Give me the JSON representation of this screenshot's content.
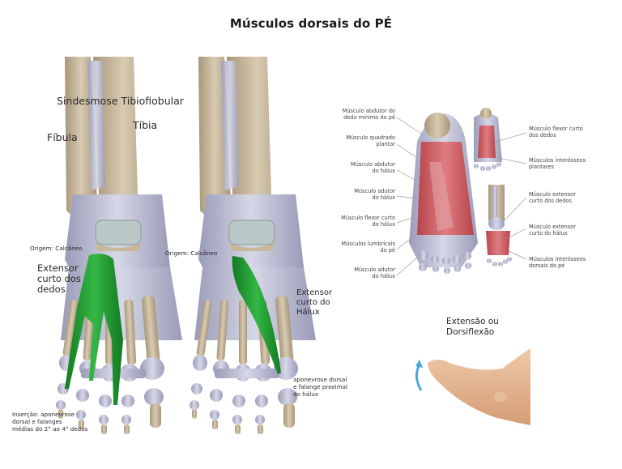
{
  "title": "Músculos dorsais do PÉ",
  "left_illustration": {
    "labels": {
      "syndesmosis": "Sindesmose Tibiofiobular",
      "tibia": "Tíbia",
      "fibula": "Fíbula",
      "origin": "Origem: Calcâneo",
      "muscle": [
        "Extensor",
        "curto dos",
        "dedos"
      ],
      "insertion": [
        "Inserção: aponevrose",
        "dorsal e falanges",
        "médias do 2° ao 4° dedos"
      ]
    },
    "muscle_color": "#1f9a2e"
  },
  "middle_illustration": {
    "labels": {
      "origin": "Origem: Calcâneo",
      "muscle": [
        "Extensor",
        "curto do",
        "Hálux"
      ],
      "insertion": [
        "aponevrose dorsal",
        "e falange proximal",
        "do hálux"
      ]
    },
    "muscle_color": "#1f9a2e"
  },
  "plantar_panel": {
    "left_labels": [
      [
        "Músculo abdutor do",
        "dedo mínimo do pé"
      ],
      [
        "Músculo quadrado",
        "plantar"
      ],
      [
        "Músculo abdutor",
        "do hálux"
      ],
      [
        "Músculo adutor",
        "do hálux"
      ],
      [
        "Músculo flexor curto",
        "do hálux"
      ],
      [
        "Músculos lumbricais",
        "do pé"
      ],
      [
        "Músculo adutor",
        "do hálux"
      ]
    ],
    "right_labels": [
      [
        "Músculo flexor curto",
        "dos dedos"
      ],
      [
        "Músculos interósseos",
        "plantares"
      ],
      [
        "Músculo extensor",
        "curto dos dedos"
      ],
      [
        "Músculo extensor",
        "curto do hálux"
      ],
      [
        "Músculos interósseos",
        "dorsais do pé"
      ]
    ],
    "muscle_color": "#c9545a"
  },
  "motion_panel": {
    "caption": [
      "Extensão ou",
      "Dorsiflexão"
    ],
    "arrow_color": "#4aa6d8",
    "skin_color": "#e3b48f"
  }
}
